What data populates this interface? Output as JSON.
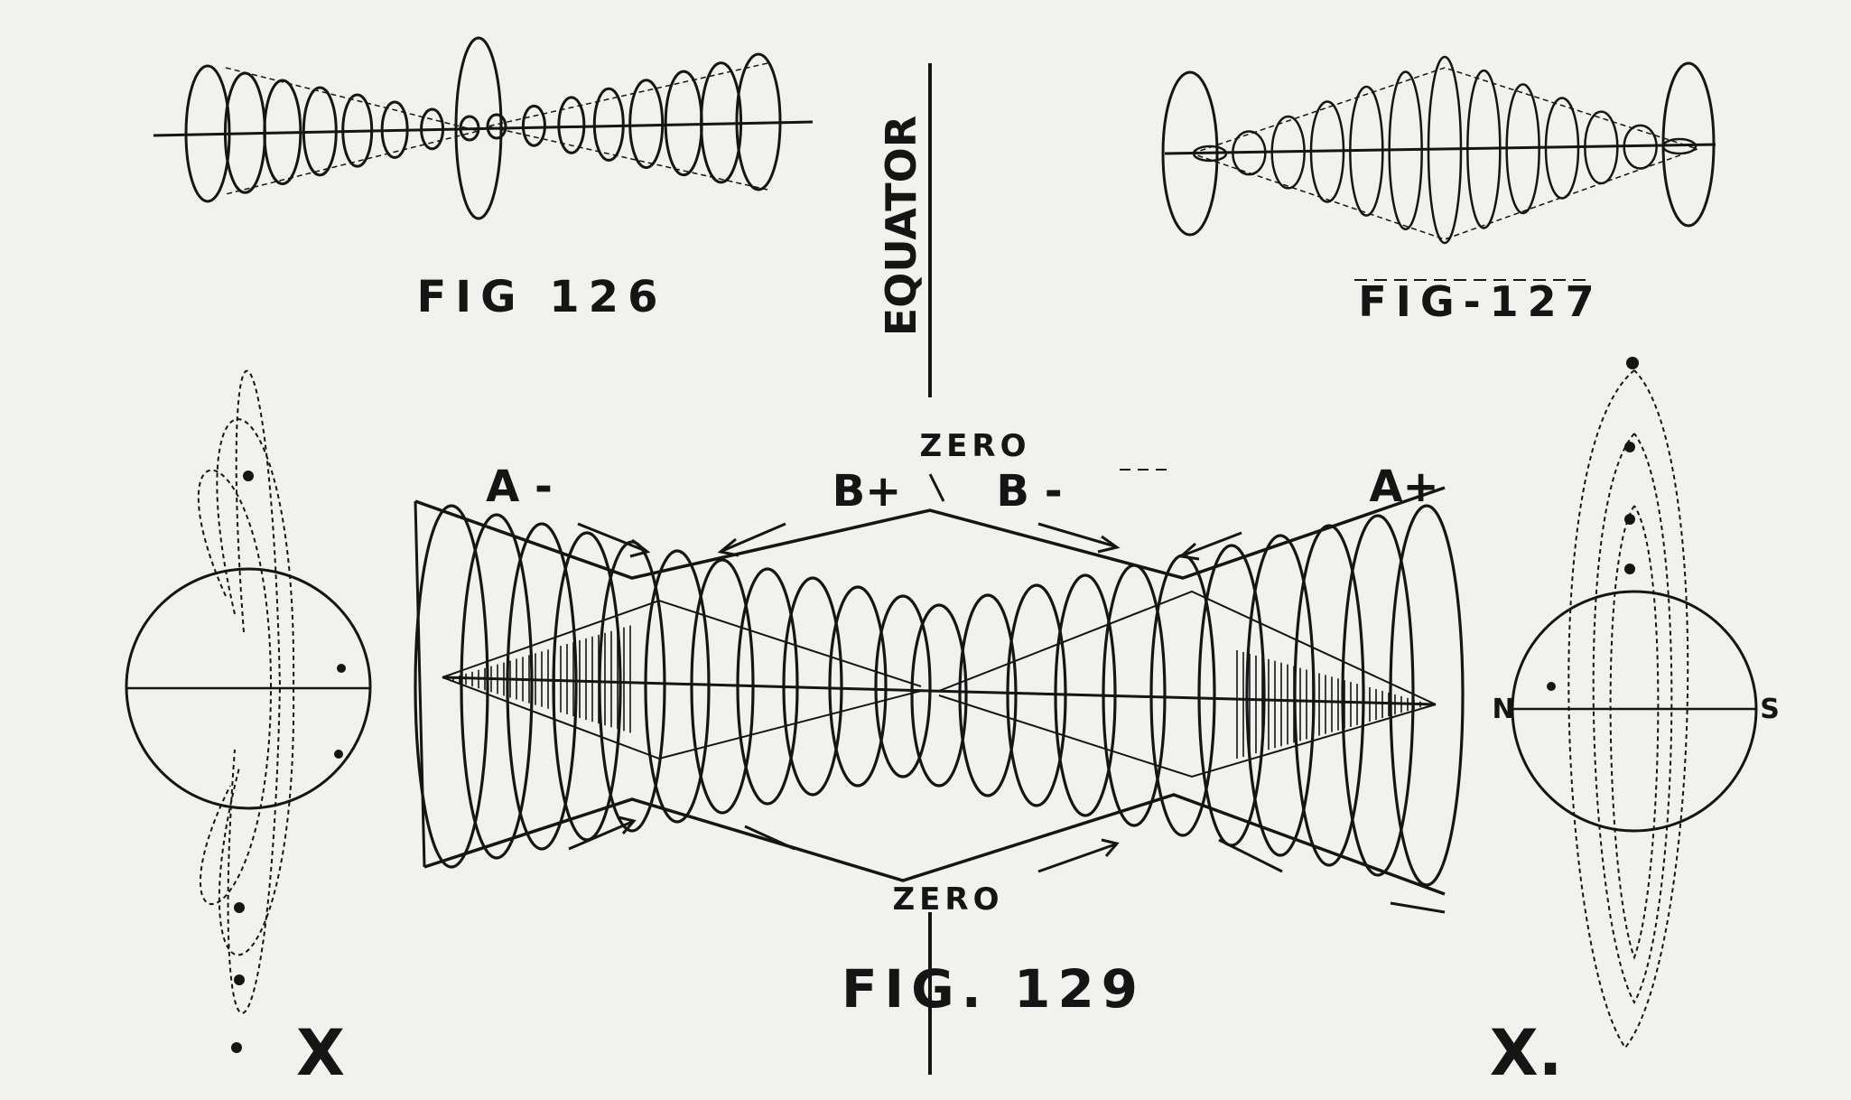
{
  "figures": {
    "fig126": {
      "caption": "FIG 126"
    },
    "fig127": {
      "caption": "FIG-127"
    },
    "fig129": {
      "caption": "FIG. 129"
    }
  },
  "equator_label": "EQUATOR",
  "zero_top": "ZERO",
  "zero_bottom": "ZERO",
  "labels": {
    "a_minus": "A -",
    "b_plus": "B+",
    "b_minus": "B -",
    "a_plus": "A+"
  },
  "pole_labels": {
    "n": "N",
    "s": "S",
    "left_x": "X",
    "right_x": "X."
  },
  "colors": {
    "ink": "#151515",
    "paper": "#f1f1ee"
  }
}
